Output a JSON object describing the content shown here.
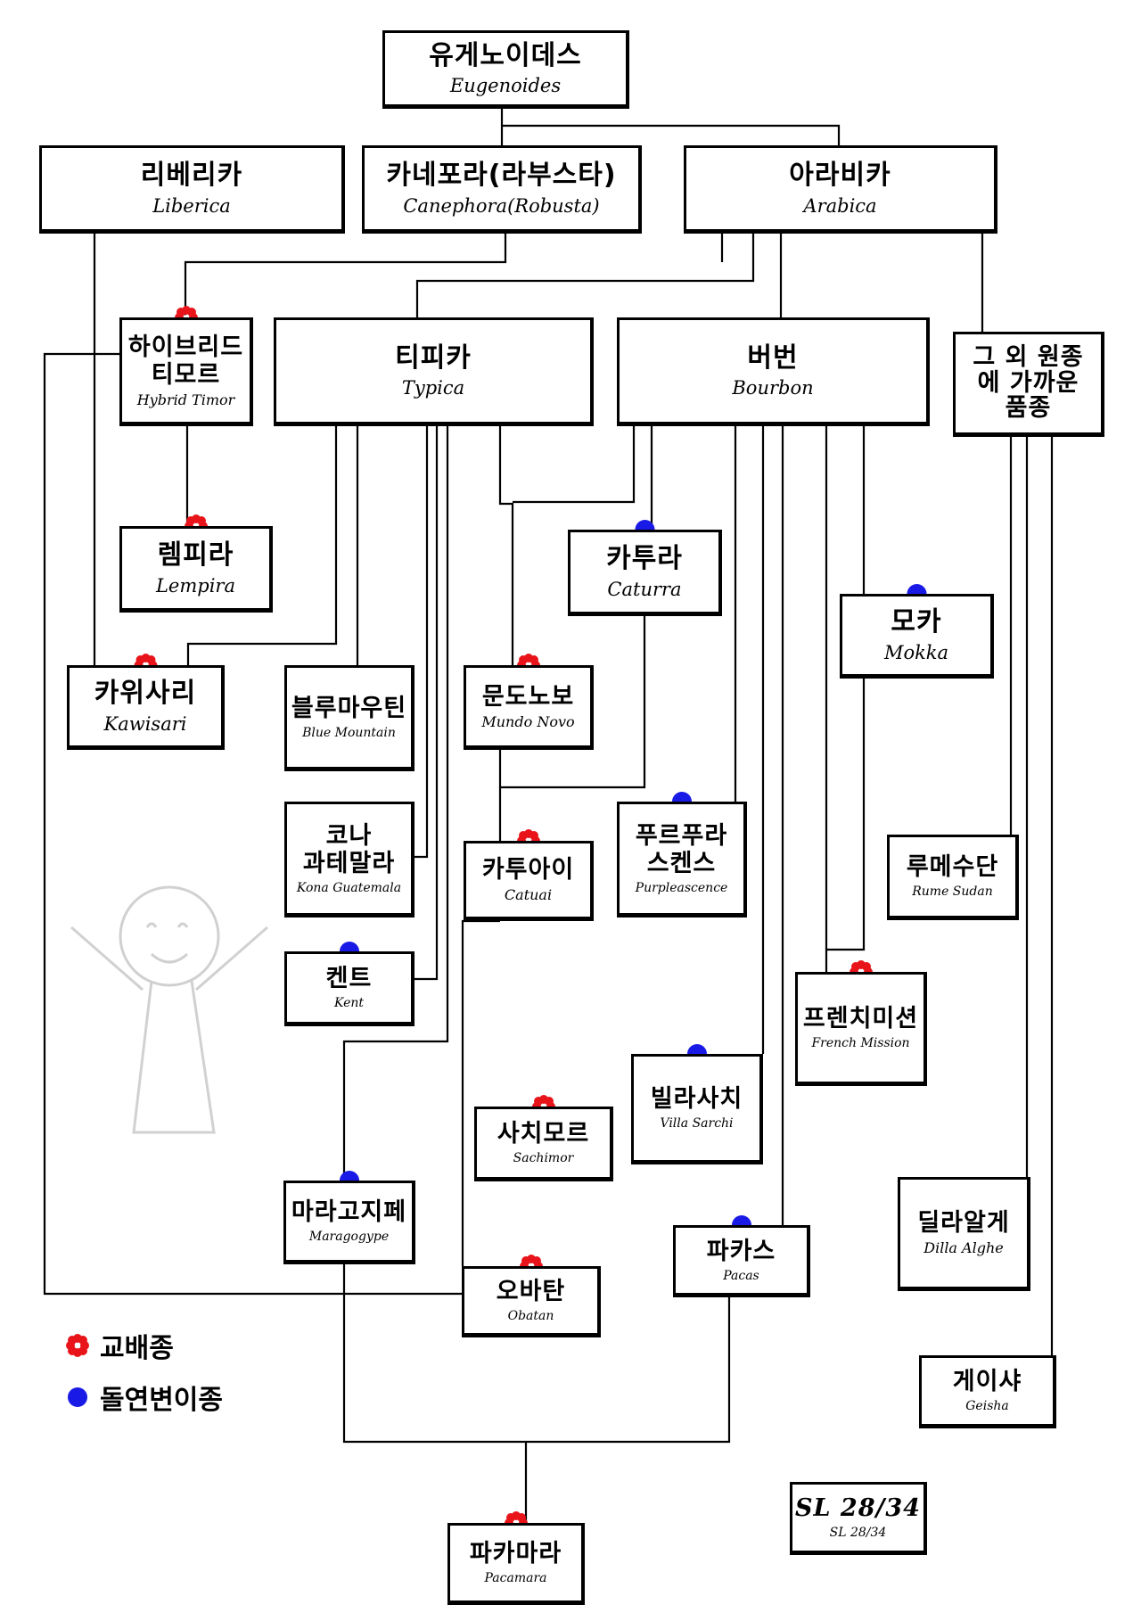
{
  "colors": {
    "cross": "#e8141a",
    "mutation": "#1a1ae6",
    "line": "#000000"
  },
  "nodes": {
    "eugenoides": {
      "ko": "유게노이데스",
      "en": "Eugenoides"
    },
    "liberica": {
      "ko": "리베리카",
      "en": "Liberica"
    },
    "canephora": {
      "ko": "카네포라(라부스타)",
      "en": "Canephora(Robusta)"
    },
    "arabica": {
      "ko": "아라비카",
      "en": "Arabica"
    },
    "hybrid_timor": {
      "ko": "하이브리드\n티모르",
      "en": "Hybrid Timor",
      "marker": "cross"
    },
    "typica": {
      "ko": "티피카",
      "en": "Typica"
    },
    "bourbon": {
      "ko": "버번",
      "en": "Bourbon"
    },
    "other": {
      "ko": "그 외 원종\n에 가까운\n품종",
      "en": ""
    },
    "lempira": {
      "ko": "렘피라",
      "en": "Lempira",
      "marker": "cross"
    },
    "caturra": {
      "ko": "카투라",
      "en": "Caturra",
      "marker": "mutation"
    },
    "mokka": {
      "ko": "모카",
      "en": "Mokka",
      "marker": "mutation"
    },
    "kawisari": {
      "ko": "카위사리",
      "en": "Kawisari",
      "marker": "cross"
    },
    "blue_mountain": {
      "ko": "블루마우틴",
      "en": "Blue Mountain"
    },
    "mundo_novo": {
      "ko": "문도노보",
      "en": "Mundo Novo",
      "marker": "cross"
    },
    "kona": {
      "ko": "코나\n과테말라",
      "en": "Kona Guatemala"
    },
    "catuai": {
      "ko": "카투아이",
      "en": "Catuai",
      "marker": "cross"
    },
    "purpleascence": {
      "ko": "푸르푸라\n스켄스",
      "en": "Purpleascence",
      "marker": "mutation"
    },
    "rume_sudan": {
      "ko": "루메수단",
      "en": "Rume Sudan"
    },
    "kent": {
      "ko": "켄트",
      "en": "Kent",
      "marker": "mutation"
    },
    "french_mission": {
      "ko": "프렌치미션",
      "en": "French Mission",
      "marker": "cross"
    },
    "villa_sarchi": {
      "ko": "빌라사치",
      "en": "Villa Sarchi",
      "marker": "mutation"
    },
    "sachimor": {
      "ko": "사치모르",
      "en": "Sachimor",
      "marker": "cross"
    },
    "maragogype": {
      "ko": "마라고지페",
      "en": "Maragogype",
      "marker": "mutation"
    },
    "dilla_alghe": {
      "ko": "딜라알게",
      "en": "Dilla Alghe"
    },
    "pacas": {
      "ko": "파카스",
      "en": "Pacas",
      "marker": "mutation"
    },
    "obatan": {
      "ko": "오바탄",
      "en": "Obatan",
      "marker": "cross"
    },
    "geisha": {
      "ko": "게이샤",
      "en": "Geisha"
    },
    "sl2834": {
      "ko": "SL 28/34",
      "en": "SL 28/34"
    },
    "pacamara": {
      "ko": "파카마라",
      "en": "Pacamara",
      "marker": "cross"
    }
  },
  "legend": [
    {
      "marker": "cross",
      "label": "교배종"
    },
    {
      "marker": "mutation",
      "label": "돌연변이종"
    }
  ]
}
